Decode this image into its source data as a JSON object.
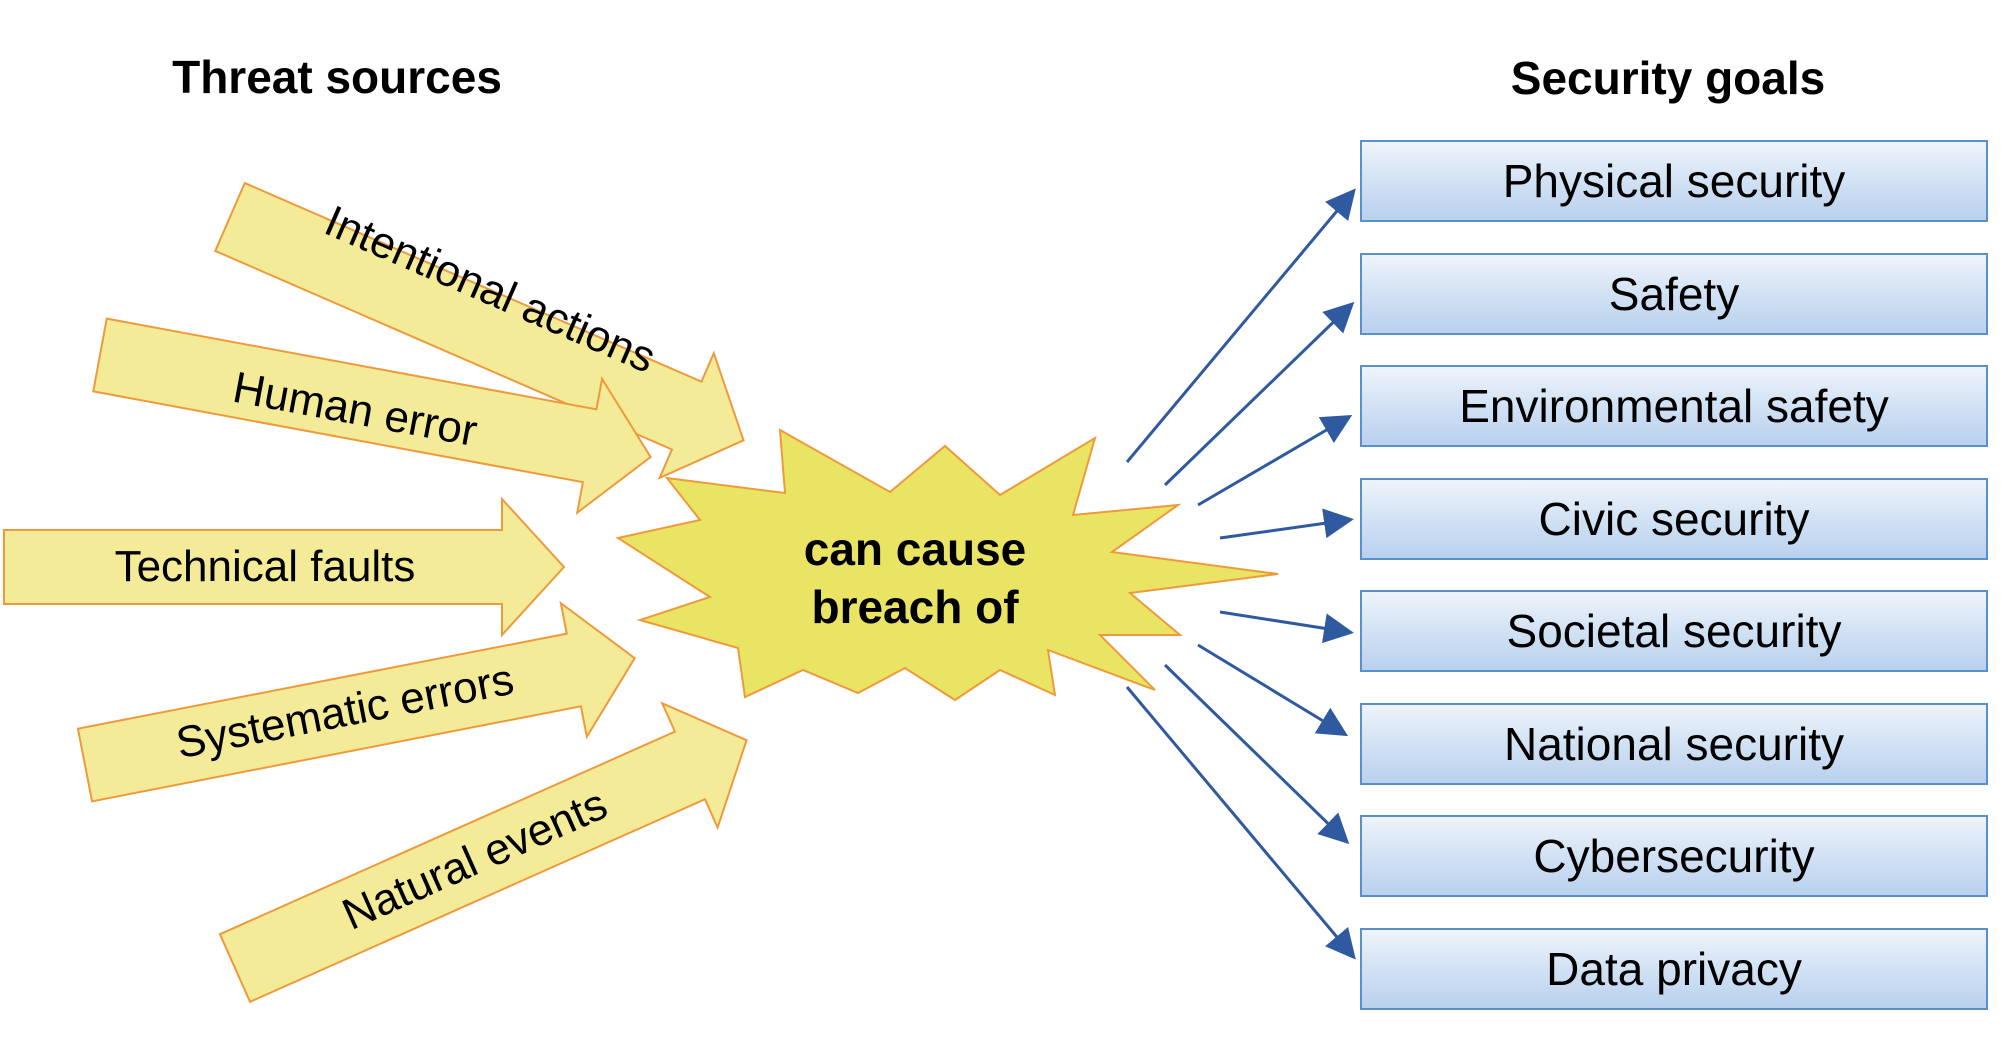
{
  "headings": {
    "threat_sources": "Threat sources",
    "security_goals": "Security goals"
  },
  "center": {
    "line1": "can cause",
    "line2": "breach of"
  },
  "threat_sources": [
    "Intentional actions",
    "Human error",
    "Technical faults",
    "Systematic errors",
    "Natural events"
  ],
  "security_goals": [
    "Physical security",
    "Safety",
    "Environmental safety",
    "Civic security",
    "Societal security",
    "National security",
    "Cybersecurity",
    "Data privacy"
  ],
  "colors": {
    "source_arrow_fill": "#f3eb98",
    "source_arrow_stroke": "#ee9a3c",
    "burst_fill": "#e9e463",
    "burst_stroke": "#ee9a3c",
    "goal_box_border": "#5b8fc7",
    "connector_arrow": "#2f5aa0"
  }
}
